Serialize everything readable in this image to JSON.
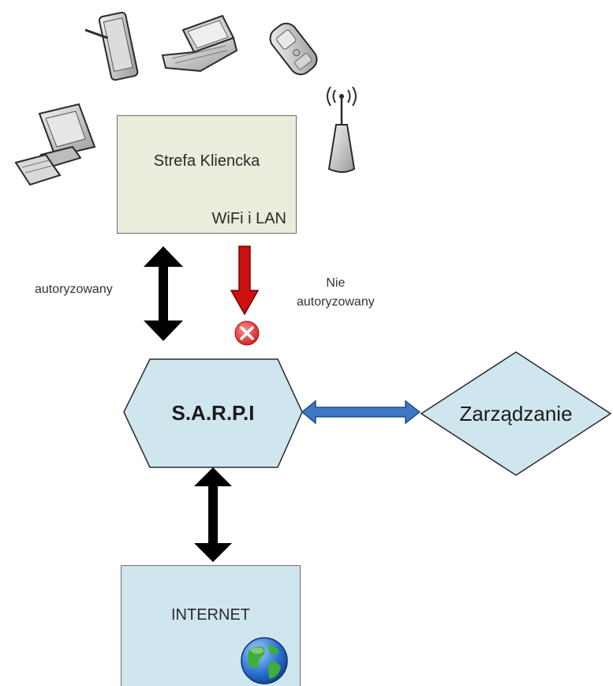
{
  "nodes": {
    "client_zone": {
      "title": "Strefa Kliencka",
      "subtitle": "WiFi i LAN"
    },
    "sarpi": {
      "label": "S.A.R.P.I"
    },
    "management": {
      "label": "Zarządzanie"
    },
    "internet": {
      "label": "INTERNET"
    }
  },
  "edges": {
    "authorized": {
      "label": "autoryzowany"
    },
    "unauthorized": {
      "label_line1": "Nie",
      "label_line2": "autoryzowany"
    }
  },
  "colors": {
    "client_zone_fill": "#ececdc",
    "sarpi_fill": "#cfe6ef",
    "management_fill": "#cfe6ef",
    "internet_fill": "#cfe6ef",
    "authorized_arrow": "#000000",
    "unauthorized_arrow": "#cc1010",
    "management_arrow": "#3f78c2",
    "blocked_icon": "#e23a3a"
  },
  "icons": [
    "tablet-icon",
    "laptop-icon",
    "mobile-phone-icon",
    "desktop-computer-icon",
    "wifi-router-icon",
    "blocked-icon",
    "globe-icon"
  ]
}
